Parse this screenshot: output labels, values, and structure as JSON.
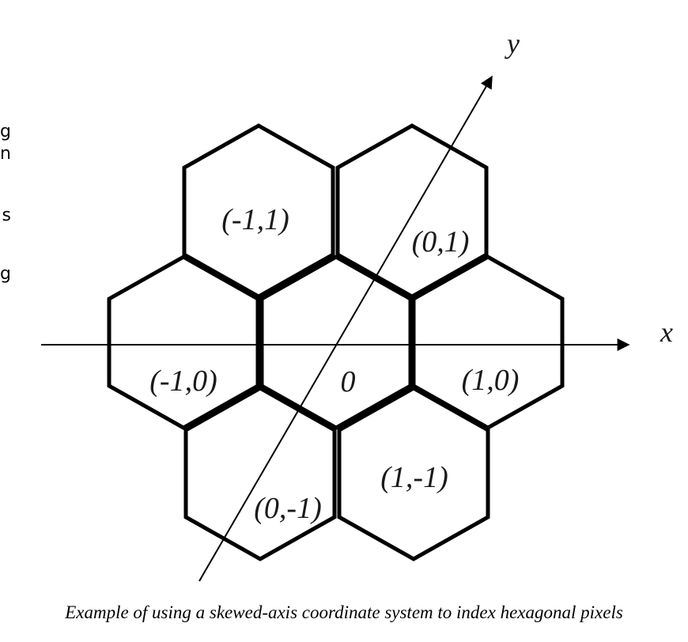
{
  "side_fragments": [
    "g",
    "n",
    "s",
    "g"
  ],
  "axes": {
    "x_label": "x",
    "y_label": "y"
  },
  "cells": [
    {
      "id": "center",
      "label": "0"
    },
    {
      "id": "minus1-1",
      "label": "(-1,1)"
    },
    {
      "id": "0-1",
      "label": "(0,1)"
    },
    {
      "id": "minus1-0",
      "label": "(-1,0)"
    },
    {
      "id": "1-0",
      "label": "(1,0)"
    },
    {
      "id": "0-minus1",
      "label": "(0,-1)"
    },
    {
      "id": "1-minus1",
      "label": "(1,-1)"
    }
  ],
  "caption": "Example of using a skewed-axis coordinate system to index hexagonal pixels"
}
